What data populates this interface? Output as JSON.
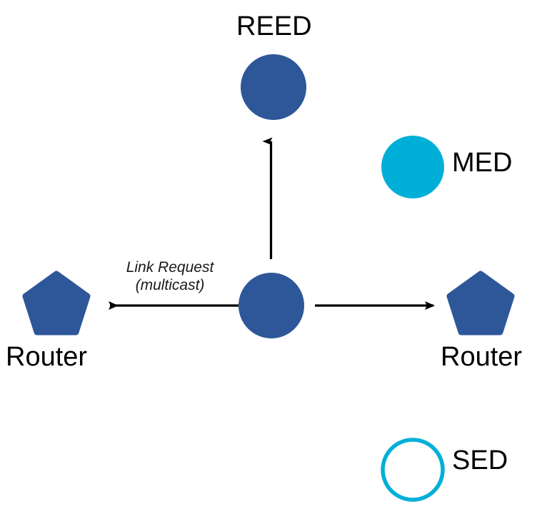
{
  "diagram": {
    "title": "Thread network Link Request multicast",
    "background_color": "#ffffff",
    "colors": {
      "router_blue": "#2E5799",
      "reed_blue": "#2E5799",
      "med_cyan": "#00AFD7",
      "sed_outline_cyan": "#00AFD7",
      "arrow_black": "#000000",
      "label_black": "#000000"
    },
    "nodes": [
      {
        "id": "reed",
        "label": "REED",
        "shape": "circle-filled",
        "color": "#2E5799",
        "label_position": "above"
      },
      {
        "id": "med",
        "label": "MED",
        "shape": "circle-filled",
        "color": "#00AFD7",
        "label_position": "right"
      },
      {
        "id": "sed",
        "label": "SED",
        "shape": "circle-outline",
        "color": "#00AFD7",
        "label_position": "right"
      },
      {
        "id": "router-left",
        "label": "Router",
        "shape": "pentagon",
        "color": "#2E5799",
        "label_position": "below"
      },
      {
        "id": "router-right",
        "label": "Router",
        "shape": "pentagon",
        "color": "#2E5799",
        "label_position": "below"
      },
      {
        "id": "center-node",
        "label": "",
        "shape": "circle-filled",
        "color": "#2E5799",
        "label_position": "none"
      }
    ],
    "edges": [
      {
        "id": "edge-to-reed",
        "from": "center-node",
        "to": "reed",
        "direction": "up",
        "arrowhead": true
      },
      {
        "id": "edge-to-router-left",
        "from": "center-node",
        "to": "router-left",
        "direction": "left",
        "arrowhead": true
      },
      {
        "id": "edge-to-router-right",
        "from": "center-node",
        "to": "router-right",
        "direction": "right",
        "arrowhead": true
      }
    ],
    "edge_label": {
      "line1": "Link Request",
      "line2": "(multicast)"
    }
  }
}
